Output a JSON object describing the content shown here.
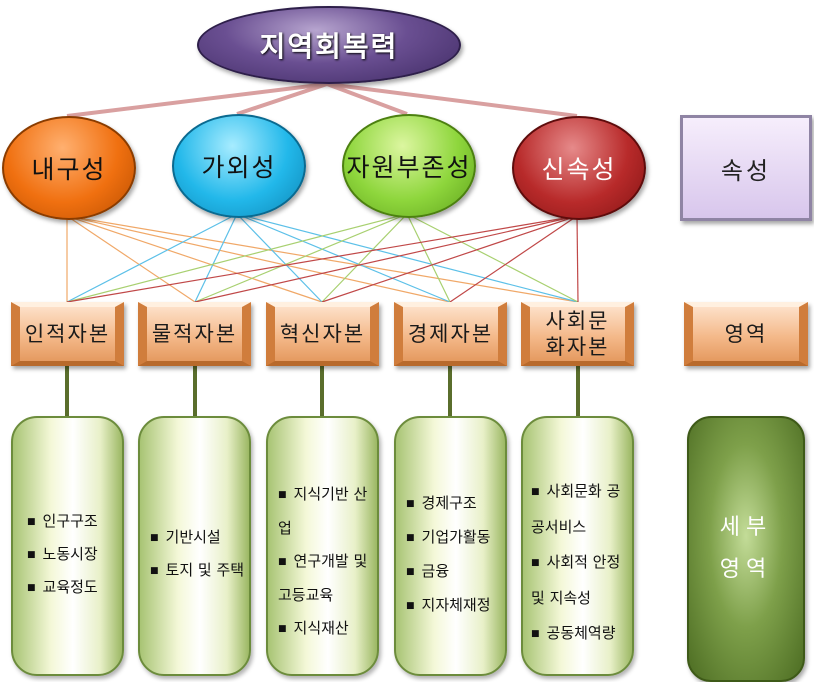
{
  "title": "지역회복력",
  "attributes": [
    "내구성",
    "가외성",
    "자원부존성",
    "신속성"
  ],
  "legend_attribute": "속성",
  "capitals": [
    "인적자본",
    "물적자본",
    "혁신자본",
    "경제자본",
    "사회문화자본"
  ],
  "legend_domain": "영역",
  "details": [
    [
      "인구구조",
      "노동시장",
      "교육정도"
    ],
    [
      "기반시설",
      "토지 및 주택"
    ],
    [
      "지식기반 산업",
      "연구개발 및 고등교육",
      "지식재산"
    ],
    [
      "경제구조",
      "기업가활동",
      "금융",
      "지자체재정"
    ],
    [
      "사회문화 공공서비스",
      "사회적 안정 및 지속성",
      "공동체역량"
    ]
  ],
  "legend_detail": "세부 영역",
  "colors": {
    "title_line": "#d9a0a0",
    "attr_line_1": "#f0a868",
    "attr_line_2": "#5cc0e8",
    "attr_line_3": "#a8d070",
    "attr_line_4": "#c04848",
    "stem": "#5a6e2c"
  }
}
